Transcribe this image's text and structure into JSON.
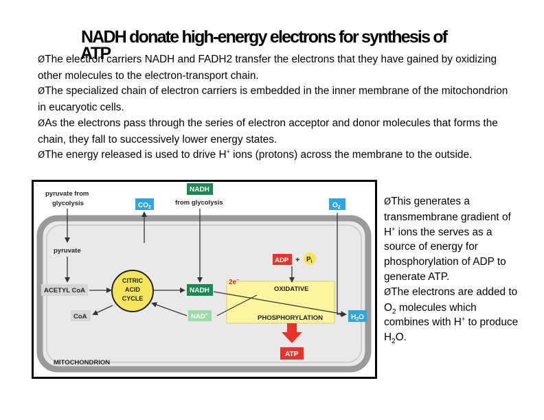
{
  "slide": {
    "title_line1": "NADH donate high-energy electrons for synthesis of",
    "title_line2": "ATP",
    "bullet_symbol": "Ø",
    "bullets": [
      {
        "text": "The electron carriers NADH and FADH2 transfer the electrons that they have gained by oxidizing other molecules to the electron-transport chain."
      },
      {
        "text": "The specialized chain of electron carriers is embedded in the inner membrane of the mitochondrion in eucaryotic cells."
      },
      {
        "text": "As the electrons pass through the series of electron acceptor and donor molecules that forms the chain, they fall to successively lower energy states."
      },
      {
        "pre": "The energy released is used to drive H",
        "sup": "+",
        "post": " ions (protons) across the membrane to the outside."
      }
    ],
    "side_bullets": [
      {
        "pre": "This generates a transmembrane gradient of H",
        "sup": "+",
        "post": " ions the serves as a source of energy for phosphorylation of ADP to generate ATP."
      },
      {
        "pre": "The electrons are added to O",
        "sub": "2",
        "mid": " molecules which combines with H",
        "sup": "+",
        "post": " to produce H",
        "sub2": "2",
        "post2": "O."
      }
    ]
  },
  "diagram": {
    "labels": {
      "pyruvate_from": "pyruvate from",
      "glycolysis": "glycolysis",
      "co2": "CO",
      "co2_sub": "2",
      "nadh_top": "NADH",
      "from_glycolysis": "from glycolysis",
      "o2": "O",
      "o2_sub": "2",
      "pyruvate": "pyruvate",
      "adp": "ADP",
      "plus": "+",
      "pi": "P",
      "pi_sub": "i",
      "acetyl_coa": "ACETYL CoA",
      "citric_1": "CITRIC",
      "citric_2": "ACID",
      "citric_3": "CYCLE",
      "nadh_mid": "NADH",
      "two_e": "2e",
      "two_e_sup": "–",
      "oxidative": "OXIDATIVE",
      "phosphorylation": "PHOSPHORYLATION",
      "coa": "CoA",
      "nad": "NAD",
      "nad_sup": "+",
      "h2o_h": "H",
      "h2o_sub": "2",
      "h2o_o": "O",
      "atp": "ATP",
      "mitochondrion": "MITOCHONDRION"
    },
    "colors": {
      "blue_box": "#2ea6e0",
      "green_box": "#1a8a52",
      "light_green_box": "#9ed9a8",
      "red_box": "#e8332a",
      "yellow_region": "#fbf5a0",
      "yellow_circle": "#f5e55a",
      "gray_box": "#d6d6d6",
      "membrane_gray": "#999999",
      "matrix_gray": "#e9e9e9"
    }
  }
}
